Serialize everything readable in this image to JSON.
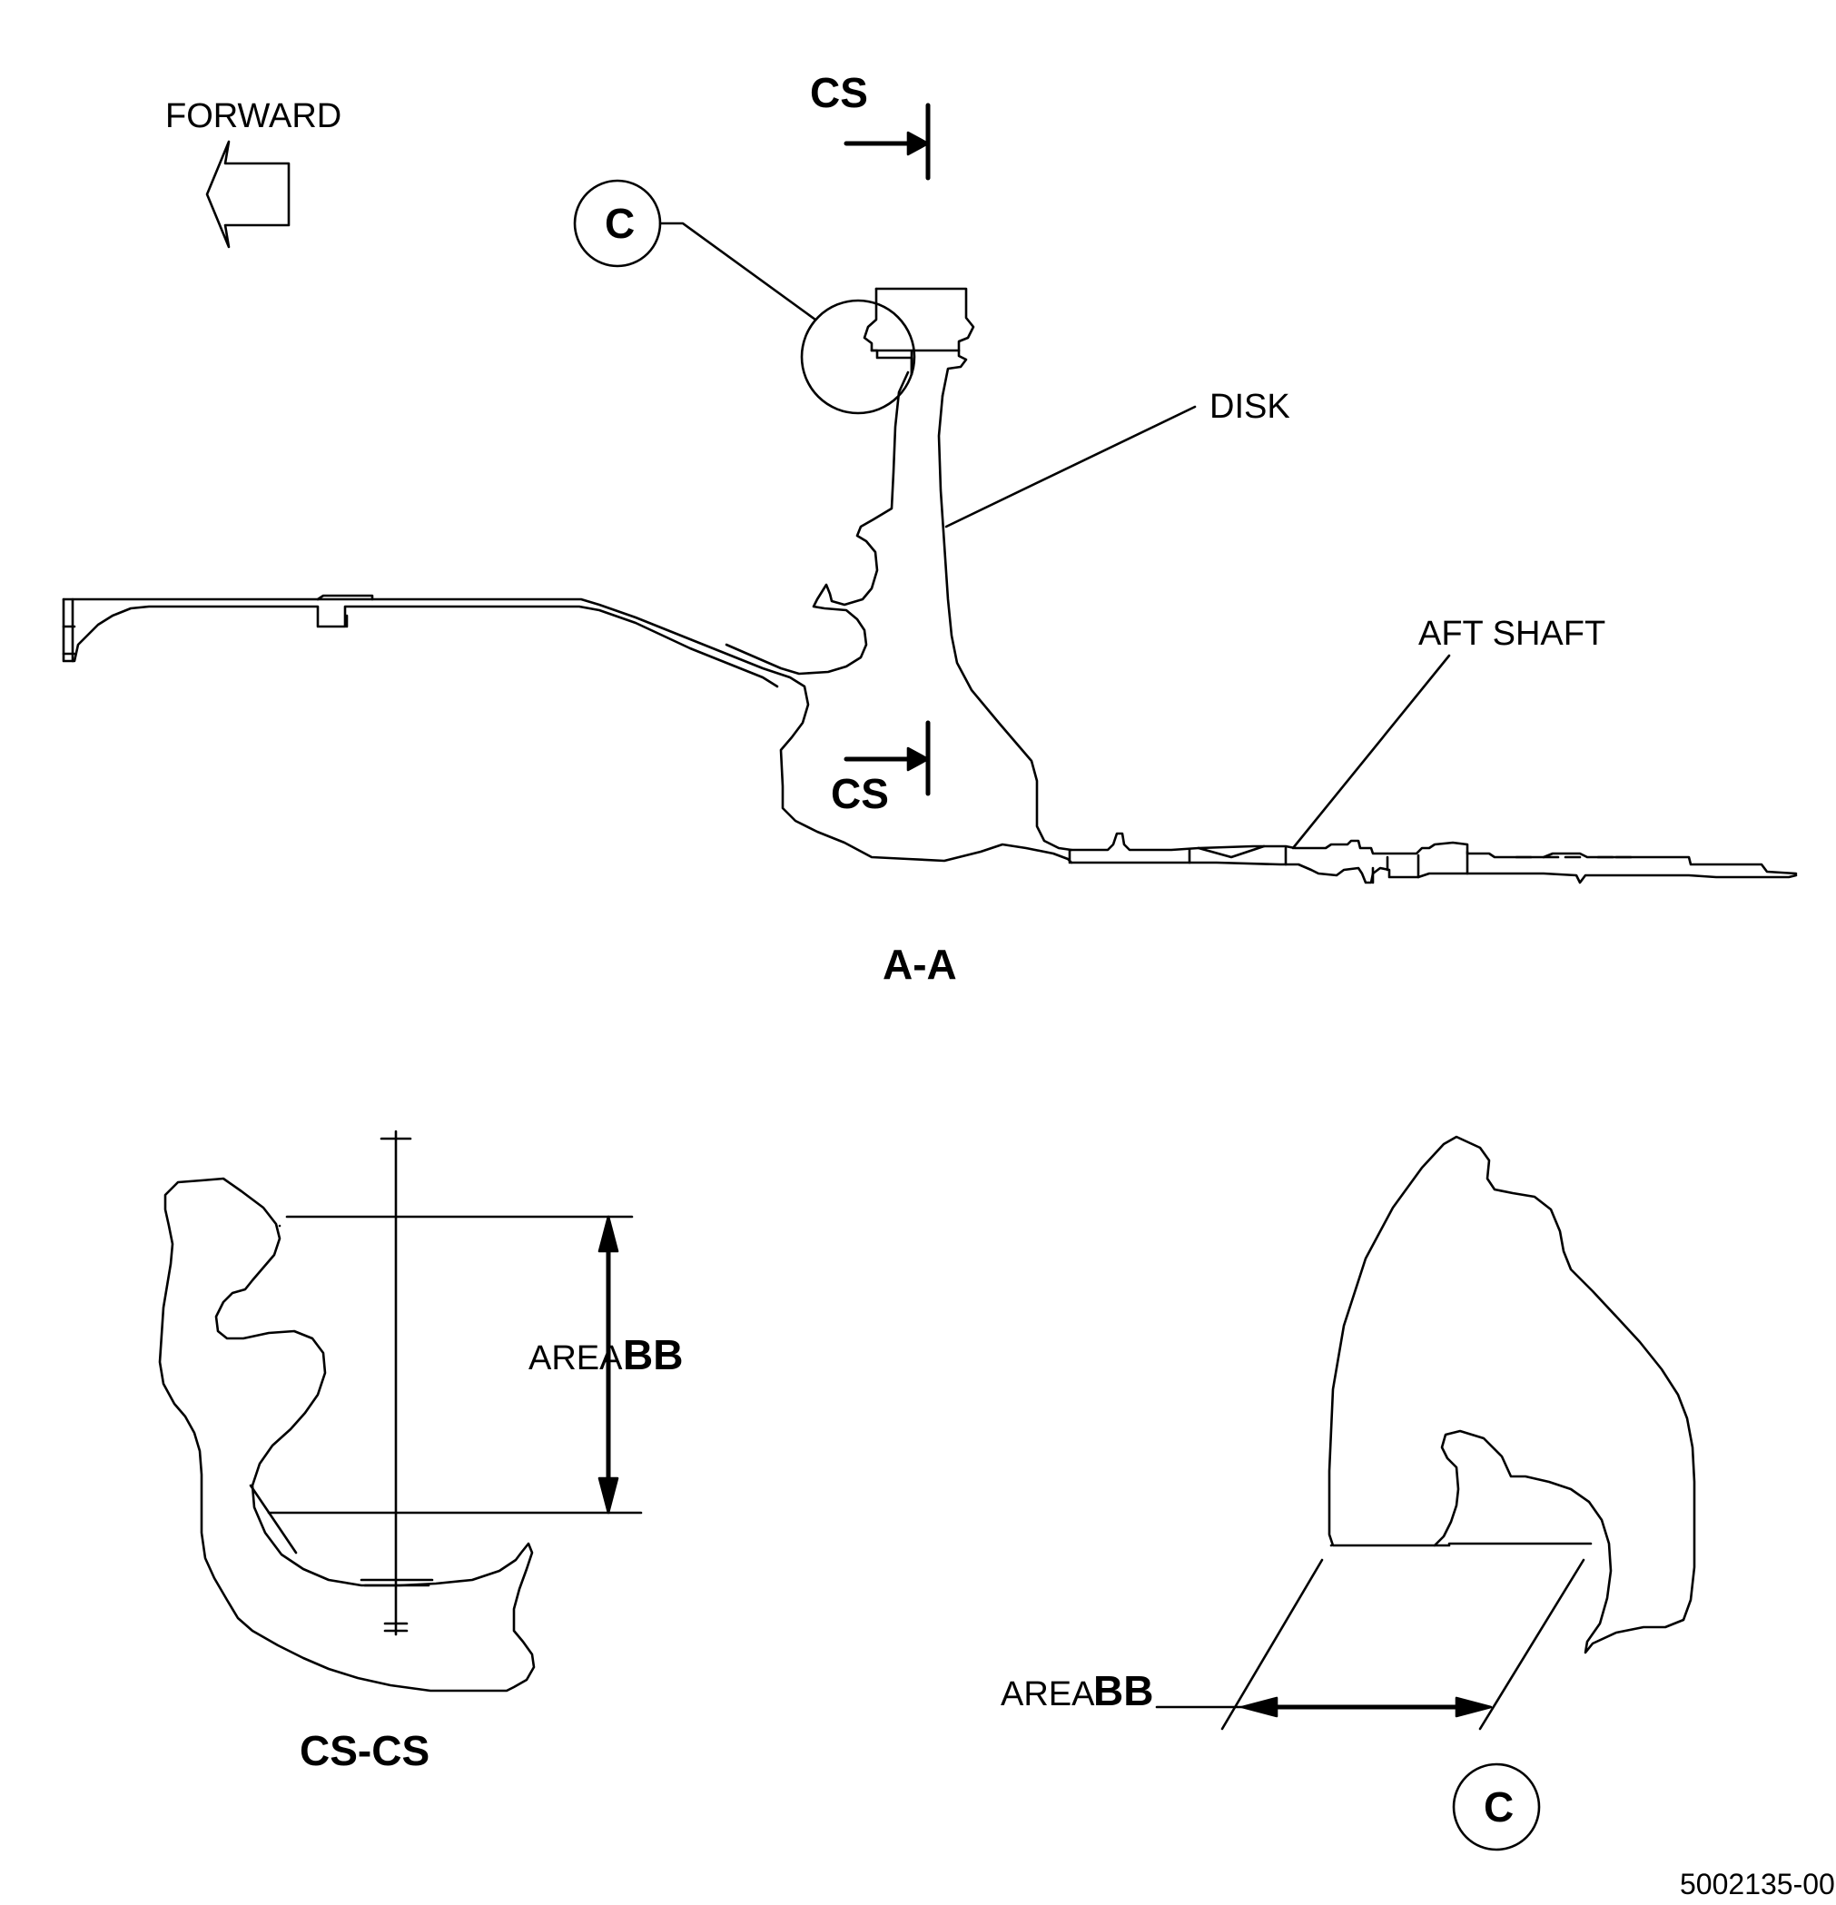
{
  "labels": {
    "forward": "FORWARD",
    "cs_top": "CS",
    "cs_bottom": "CS",
    "detail_ref_top": "C",
    "disk": "DISK",
    "aft_shaft": "AFT SHAFT",
    "section_title": "A-A",
    "cs_section_title": "CS-CS",
    "area_small_left": "AREA",
    "area_big_left": "BB",
    "area_small_right": "AREA",
    "area_big_right": "BB",
    "detail_ref_bottom": "C",
    "figure_id": "5002135-00"
  }
}
